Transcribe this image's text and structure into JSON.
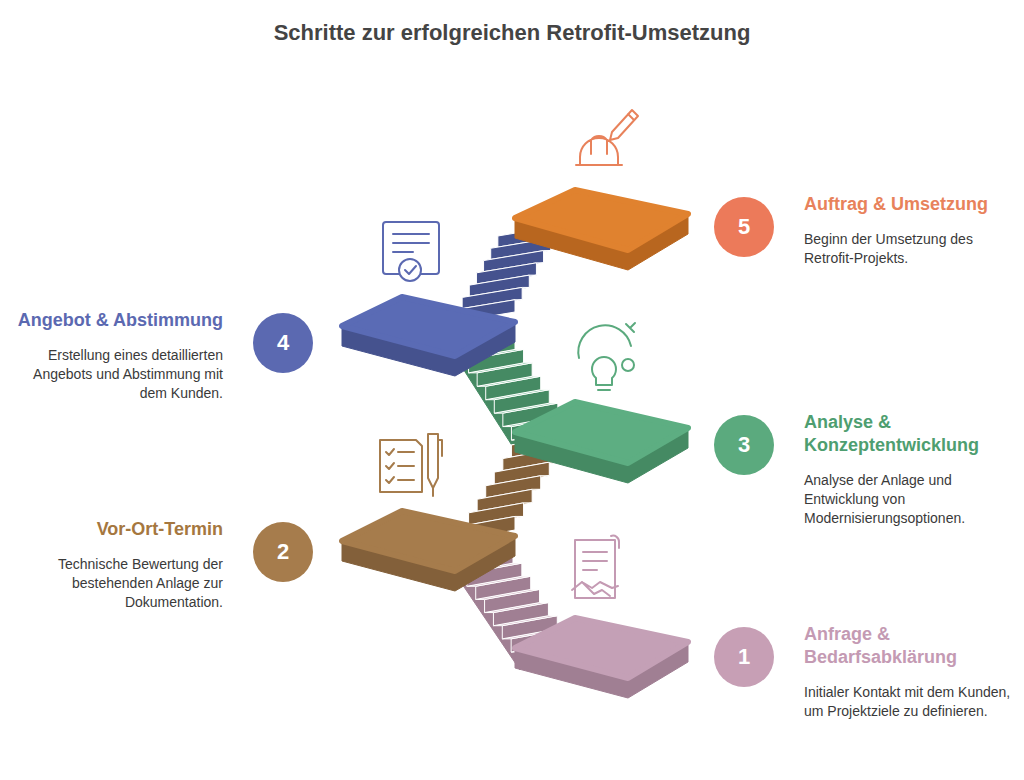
{
  "diagram": {
    "title": "Schritte zur erfolgreichen Retrofit-Umsetzung",
    "nodes": [
      {
        "text": [
          "1",
          "Anfrage & Bedarfsabklärung",
          "Initialer Kontakt mit dem Kunden, um Projektziele zu definieren."
        ]
      },
      {
        "text": [
          "2",
          "Vor-Ort-Termin",
          "Technische Bewertung der bestehenden Anlage zur Dokumentation."
        ]
      },
      {
        "text": [
          "3",
          "Analyse & Konzeptentwicklung",
          "Analyse der Anlage und Entwicklung von Modernisierungsoptionen."
        ]
      },
      {
        "text": [
          "4",
          "Angebot & Abstimmung",
          "Erstellung eines detaillierten Angebots und Abstimmung mit dem Kunden."
        ]
      },
      {
        "text": [
          "5",
          "Auftrag & Umsetzung",
          "Beginn der Umsetzung des Retrofit-Projekts."
        ]
      }
    ]
  }
}
